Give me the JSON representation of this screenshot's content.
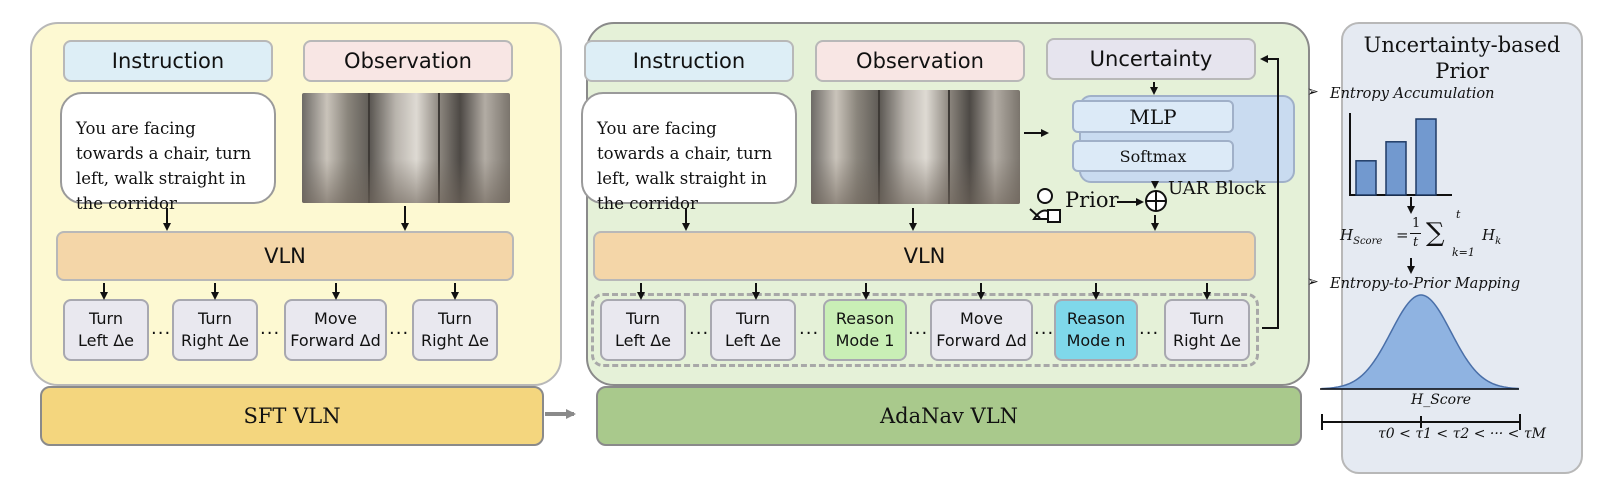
{
  "sft": {
    "instruction_header": "Instruction",
    "observation_header": "Observation",
    "instruction_text": "You are facing towards a chair, turn left, walk straight in the corridor",
    "vln_label": "VLN",
    "actions": [
      "Turn\nLeft Δe",
      "Turn\nRight Δe",
      "Move\nForward Δd",
      "Turn\nRight Δe"
    ],
    "dots": "...",
    "bar_label": "SFT VLN"
  },
  "adanav": {
    "instruction_header": "Instruction",
    "observation_header": "Observation",
    "uncertainty_header": "Uncertainty",
    "instruction_text": "You are facing towards a chair, turn left, walk straight in the corridor",
    "mlp_label": "MLP",
    "softmax_label": "Softmax",
    "prior_label": "Prior",
    "uar_label": "UAR Block",
    "vln_label": "VLN",
    "actions": [
      "Turn\nLeft Δe",
      "Turn\nLeft Δe",
      "Reason\nMode 1",
      "Move\nForward Δd",
      "Reason\nMode n",
      "Turn\nRight Δe"
    ],
    "dots": "...",
    "bar_label": "AdaNav VLN"
  },
  "prior_panel": {
    "title": "Uncertainty-based Prior",
    "step1": "Entropy Accumulation",
    "step2": "Entropy-to-Prior Mapping",
    "score_formula": "H_Score = (1/t) Σ_{k=1}^{t} H_k",
    "score_label": "H_Score",
    "thresholds": "τ0 < τ1 < τ2 < ··· < τM",
    "entropy_bars": [
      0.45,
      0.7,
      1.0
    ]
  },
  "colors": {
    "sft_panel": "#fdf9d2",
    "ada_panel": "#e5f1d8",
    "prior_panel": "#e5eaf2",
    "vln": "#f4d6a8",
    "sft_bar": "#f4d67e",
    "ada_bar": "#a9c98c",
    "reason_mode_1": "#c9efb6",
    "reason_mode_n": "#7fd8ea",
    "bars_blue": "#7299cf"
  }
}
